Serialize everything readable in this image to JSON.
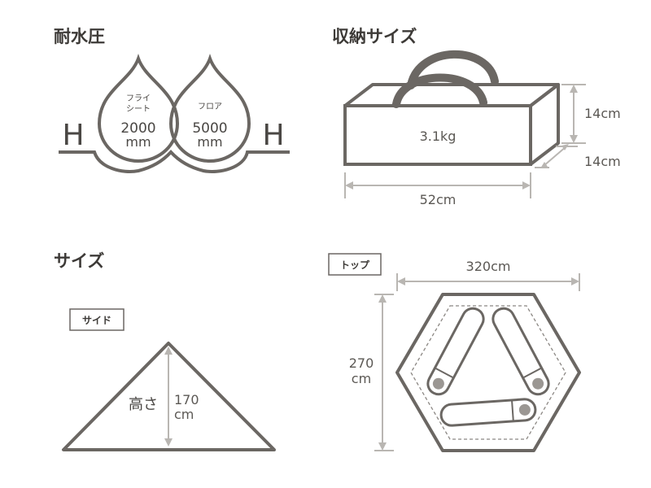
{
  "waterproof": {
    "heading": "耐水圧",
    "h_left": "H",
    "h_right": "H",
    "fly": {
      "label_line1": "フライ",
      "label_line2": "シート",
      "value": "2000",
      "unit": "mm"
    },
    "floor": {
      "label": "フロア",
      "value": "5000",
      "unit": "mm"
    }
  },
  "storage": {
    "heading": "収納サイズ",
    "weight": "3.1kg",
    "height_dim": "14cm",
    "depth_dim": "14cm",
    "width_dim": "52cm"
  },
  "size": {
    "heading": "サイズ",
    "side_tag": "サイド",
    "height_label": "高さ",
    "height_value": "170",
    "height_unit": "cm"
  },
  "top": {
    "tag": "トップ",
    "width_dim": "320cm",
    "depth_value": "270",
    "depth_unit": "cm"
  },
  "colors": {
    "outline": "#6b6763",
    "dimension_line": "#b9b6b2",
    "text": "#4a4744"
  }
}
